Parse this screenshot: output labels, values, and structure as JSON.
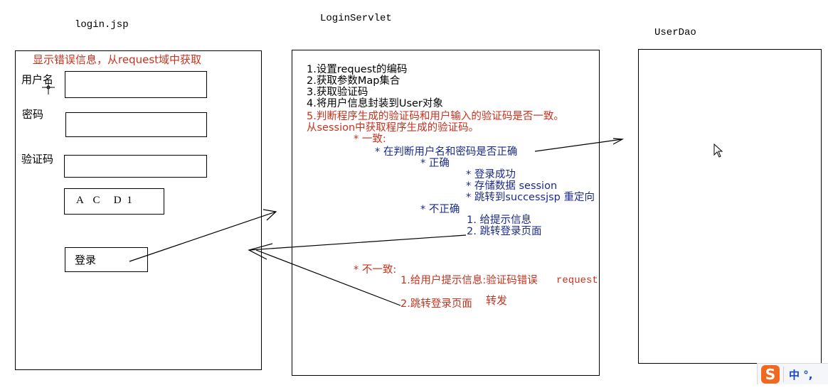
{
  "diagram": {
    "columns": {
      "login_jsp": {
        "title": "login.jsp"
      },
      "login_servlet": {
        "title": "LoginServlet"
      },
      "user_dao": {
        "title": "UserDao"
      }
    },
    "login_form": {
      "error_note": "显示错误信息，从request域中获取",
      "username_label": "用户名",
      "password_label": "密码",
      "captcha_label": "验证码",
      "captcha_image_text": "A  C   D 1",
      "login_button": "登录"
    },
    "servlet_steps": [
      {
        "text": "1.设置request的编码",
        "color": "#000000"
      },
      {
        "text": "2.获取参数Map集合",
        "color": "#000000"
      },
      {
        "text": "3.获取验证码",
        "color": "#000000"
      },
      {
        "text": "4.将用户信息封装到User对象",
        "color": "#000000"
      },
      {
        "text": "5.判断程序生成的验证码和用户输入的验证码是否一致。",
        "color": "#c8321e"
      },
      {
        "text": "从session中获取程序生成的验证码。",
        "color": "#c8321e"
      }
    ],
    "consistent_branch": {
      "heading": "* 一致:",
      "check": "* 在判断用户名和密码是否正确",
      "correct": "* 正确",
      "correct_items": [
        "* 登录成功",
        "* 存储数据 session",
        "* 跳转到successjsp 重定向"
      ],
      "incorrect": "* 不正确",
      "incorrect_items": [
        "1.  给提示信息",
        "2.  跳转登录页面"
      ]
    },
    "inconsistent_branch": {
      "heading": "* 不一致:",
      "item1": "1.给用户提示信息:验证码错误",
      "item1_note": "request",
      "item2": "2.跳转登录页面",
      "item2_note": "转发"
    },
    "colors": {
      "red_text": "#c8321e",
      "blue_text": "#1a2a8c",
      "ime_logo": "#ee6a22"
    },
    "ime_toolbar": {
      "logo": "S",
      "mode_text": "中 °,"
    }
  }
}
